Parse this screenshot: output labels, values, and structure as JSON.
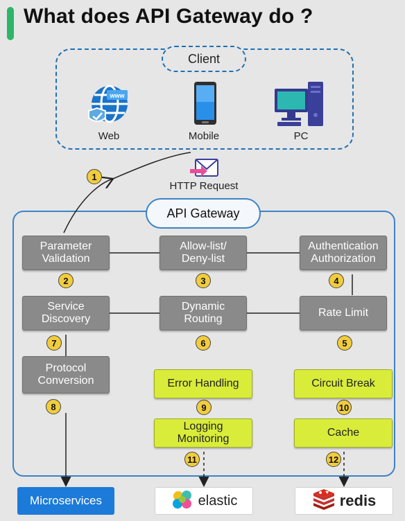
{
  "title": "What does API Gateway do ?",
  "client": {
    "label": "Client",
    "items": [
      {
        "label": "Web",
        "icon": "globe-icon"
      },
      {
        "label": "Mobile",
        "icon": "mobile-phone-icon"
      },
      {
        "label": "PC",
        "icon": "desktop-pc-icon"
      }
    ]
  },
  "http_request": "HTTP Request",
  "gateway": {
    "label": "API Gateway",
    "steps": [
      {
        "label": "Parameter\nValidation",
        "number": "2"
      },
      {
        "label": "Allow-list/\nDeny-list",
        "number": "3"
      },
      {
        "label": "Authentication\nAuthorization",
        "number": "4"
      },
      {
        "label": "Rate Limit",
        "number": "5"
      },
      {
        "label": "Dynamic\nRouting",
        "number": "6"
      },
      {
        "label": "Service\nDiscovery",
        "number": "7"
      },
      {
        "label": "Protocol\nConversion",
        "number": "8"
      },
      {
        "label": "Error Handling",
        "number": "9"
      },
      {
        "label": "Circuit Break",
        "number": "10"
      },
      {
        "label": "Logging\nMonitoring",
        "number": "11"
      },
      {
        "label": "Cache",
        "number": "12"
      }
    ],
    "entry_number": "1"
  },
  "targets": {
    "microservices": "Microservices",
    "elastic": "elastic",
    "redis": "redis"
  },
  "colors": {
    "accent": "#2fb56a",
    "client_border": "#1f6fb3",
    "gateway_border": "#3b83c6",
    "gray_box": "#8a8a8a",
    "yellow_box": "#d9ec3a",
    "badge": "#f1cc3d",
    "microservices": "#1c7ad8"
  }
}
